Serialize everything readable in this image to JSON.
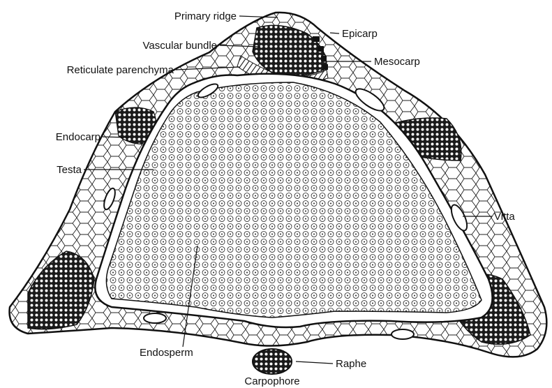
{
  "labels": {
    "primary_ridge": "Primary ridge",
    "epicarp": "Epicarp",
    "vascular_bundle": "Vascular bundle",
    "mesocarp": "Mesocarp",
    "reticulate_parenchyma": "Reticulate parenchyma",
    "endocarp": "Endocarp",
    "testa": "Testa",
    "vitta": "Vitta",
    "endosperm": "Endosperm",
    "raphe": "Raphe",
    "carpophore": "Carpophore"
  },
  "colors": {
    "ink": "#111111",
    "background": "#ffffff"
  }
}
